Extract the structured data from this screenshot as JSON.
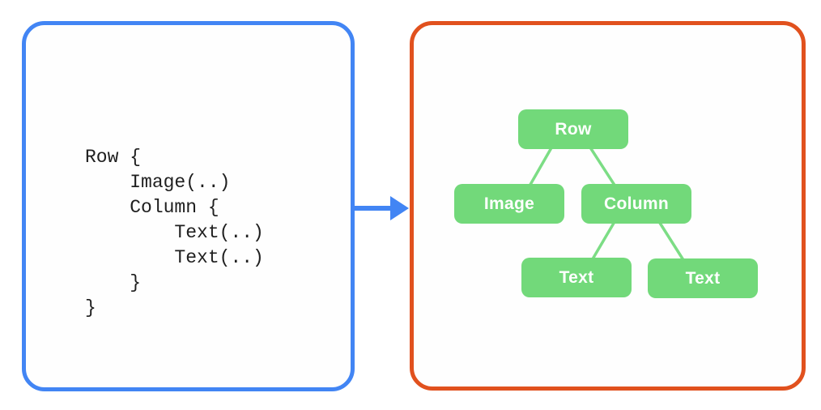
{
  "colors": {
    "code_panel_border": "#4285F4",
    "tree_panel_border": "#E1511E",
    "node_fill": "#72D97A",
    "edge_stroke": "#7CDD85",
    "node_text": "#FFFFFF",
    "code_text": "#1F1F1F",
    "panel_background": "#FEFEFE",
    "arrow": "#4285F4",
    "page_background": "#FFFFFF"
  },
  "code_panel": {
    "lines": [
      "Row {",
      "    Image(..)",
      "    Column {",
      "        Text(..)",
      "        Text(..)",
      "    }",
      "}"
    ]
  },
  "tree_panel": {
    "nodes": [
      {
        "id": "row",
        "label": "Row"
      },
      {
        "id": "image",
        "label": "Image"
      },
      {
        "id": "column",
        "label": "Column"
      },
      {
        "id": "text-1",
        "label": "Text"
      },
      {
        "id": "text-2",
        "label": "Text"
      }
    ],
    "edges": [
      {
        "from": "row",
        "to": "image"
      },
      {
        "from": "row",
        "to": "column"
      },
      {
        "from": "column",
        "to": "text-1"
      },
      {
        "from": "column",
        "to": "text-2"
      }
    ]
  }
}
